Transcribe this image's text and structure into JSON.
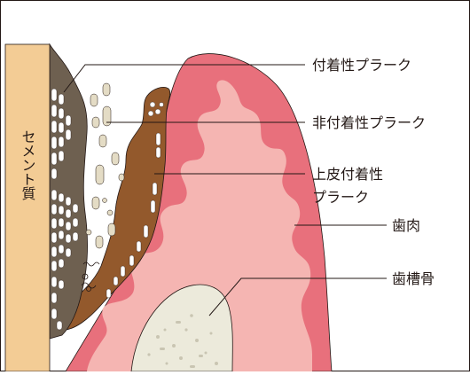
{
  "labels": {
    "attached_plaque": "付着性プラーク",
    "unattached_plaque": "非付着性プラーク",
    "epithelial_plaque_line1": "上皮付着性",
    "epithelial_plaque_line2": "プラーク",
    "gingiva": "歯肉",
    "alveolar_bone": "歯槽骨",
    "cementum": "セメント質"
  },
  "colors": {
    "cementum": "#F3CC95",
    "attached_plaque": "#6E6050",
    "epithelial_plaque": "#93592C",
    "gingiva_outer": "#E8707C",
    "gingiva_inner": "#F5B5B2",
    "bone": "#ECEADB",
    "bacteria_fill": "#E4DCC5",
    "line": "#231815"
  }
}
